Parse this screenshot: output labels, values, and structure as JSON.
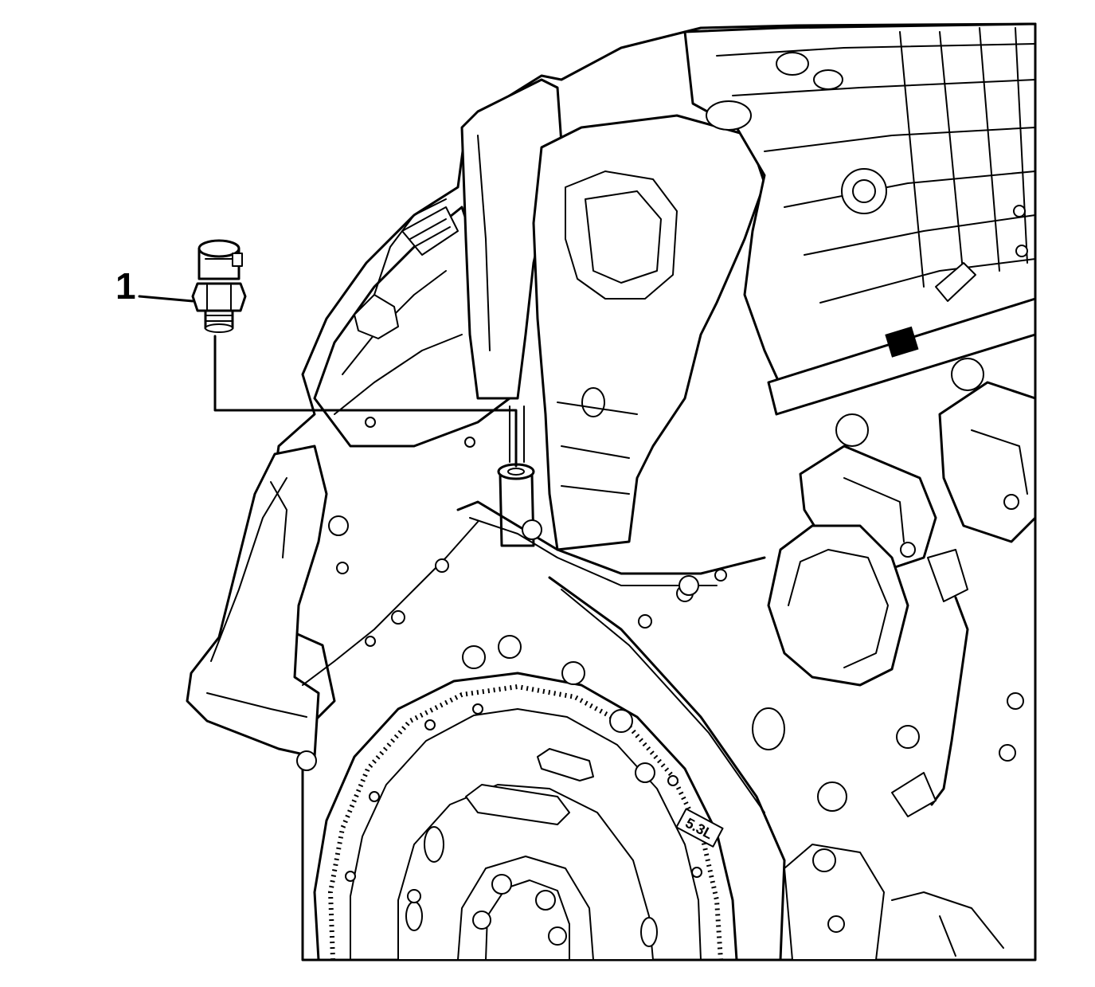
{
  "callouts": [
    {
      "number": "1",
      "part": "oil-pressure-sensor"
    }
  ],
  "flywheel_stamp": "5.3L"
}
